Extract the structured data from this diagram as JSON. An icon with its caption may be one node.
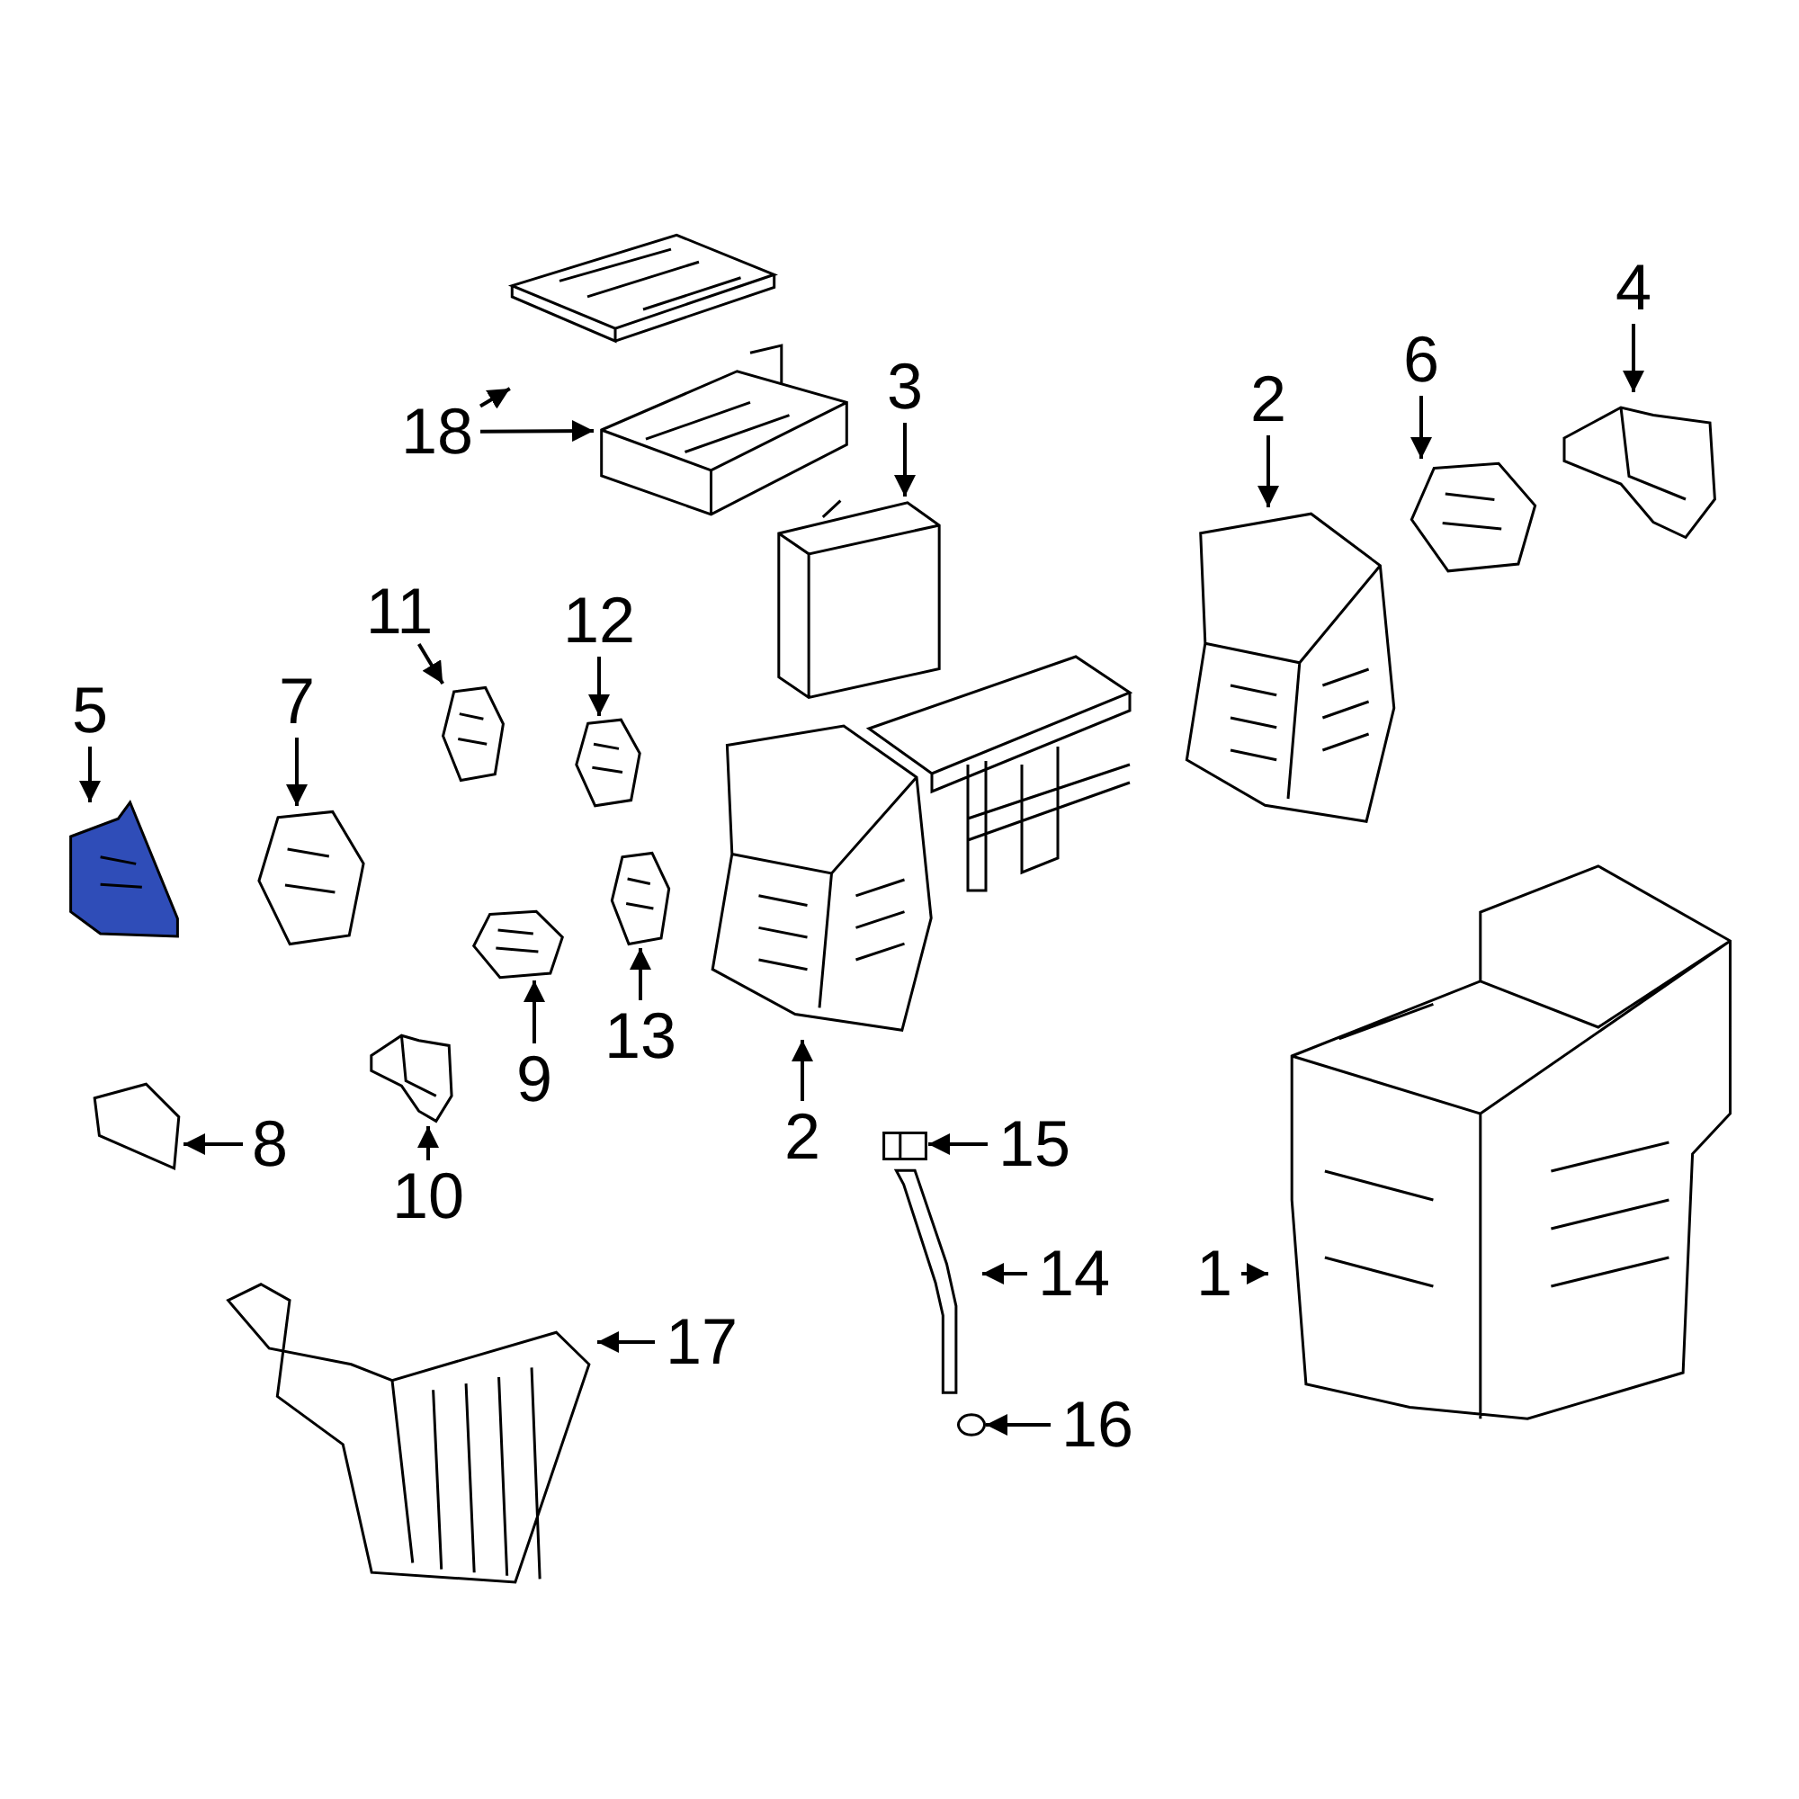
{
  "diagram": {
    "nodes": [
      {
        "text": [
          "18"
        ]
      },
      {
        "text": [],
        "shape": "picture"
      },
      {
        "text": [],
        "shape": "picture"
      },
      {
        "text": [
          "3"
        ]
      },
      {
        "text": [],
        "shape": "picture"
      },
      {
        "text": [
          "2"
        ]
      },
      {
        "text": [],
        "shape": "picture"
      },
      {
        "text": [
          "6"
        ]
      },
      {
        "text": [],
        "shape": "picture"
      },
      {
        "text": [
          "4"
        ]
      },
      {
        "text": [],
        "shape": "picture"
      },
      {
        "text": [
          "11"
        ]
      },
      {
        "text": [],
        "shape": "picture"
      },
      {
        "text": [
          "12"
        ]
      },
      {
        "text": [],
        "shape": "picture"
      },
      {
        "text": [
          "5"
        ]
      },
      {
        "text": [],
        "shape": "picture"
      },
      {
        "text": [
          "7"
        ]
      },
      {
        "text": [],
        "shape": "picture"
      },
      {
        "text": [
          "13"
        ]
      },
      {
        "text": [],
        "shape": "picture"
      },
      {
        "text": [
          "9"
        ]
      },
      {
        "text": [],
        "shape": "picture"
      },
      {
        "text": [
          "2"
        ]
      },
      {
        "text": [],
        "shape": "picture"
      },
      {
        "text": [
          "10"
        ]
      },
      {
        "text": [],
        "shape": "picture"
      },
      {
        "text": [
          "8"
        ]
      },
      {
        "text": [],
        "shape": "picture"
      },
      {
        "text": [
          "15"
        ]
      },
      {
        "text": [],
        "shape": "picture"
      },
      {
        "text": [
          "14"
        ]
      },
      {
        "text": [],
        "shape": "picture"
      },
      {
        "text": [
          "1"
        ]
      },
      {
        "text": [],
        "shape": "picture"
      },
      {
        "text": [
          "17"
        ]
      },
      {
        "text": [],
        "shape": "picture"
      },
      {
        "text": [
          "16"
        ]
      },
      {
        "text": [],
        "shape": "circle"
      }
    ],
    "edges": [
      {
        "from": 0,
        "to": 1,
        "arrow": "to"
      },
      {
        "from": 0,
        "to": 2,
        "arrow": "to"
      },
      {
        "from": 3,
        "to": 4,
        "arrow": "to"
      },
      {
        "from": 5,
        "to": 6,
        "arrow": "to"
      },
      {
        "from": 7,
        "to": 8,
        "arrow": "to"
      },
      {
        "from": 9,
        "to": 10,
        "arrow": "to"
      },
      {
        "from": 11,
        "to": 12,
        "arrow": "to"
      },
      {
        "from": 13,
        "to": 14,
        "arrow": "to"
      },
      {
        "from": 15,
        "to": 16,
        "arrow": "to"
      },
      {
        "from": 17,
        "to": 18,
        "arrow": "to"
      },
      {
        "from": 19,
        "to": 20,
        "arrow": "to"
      },
      {
        "from": 21,
        "to": 22,
        "arrow": "to"
      },
      {
        "from": 23,
        "to": 24,
        "arrow": "to"
      },
      {
        "from": 25,
        "to": 26,
        "arrow": "to"
      },
      {
        "from": 27,
        "to": 28,
        "arrow": "to"
      },
      {
        "from": 29,
        "to": 30,
        "arrow": "to"
      },
      {
        "from": 31,
        "to": 32,
        "arrow": "to"
      },
      {
        "from": 33,
        "to": 34,
        "arrow": "to"
      },
      {
        "from": 35,
        "to": 36,
        "arrow": "to"
      },
      {
        "from": 37,
        "to": 38,
        "arrow": "to"
      }
    ]
  }
}
